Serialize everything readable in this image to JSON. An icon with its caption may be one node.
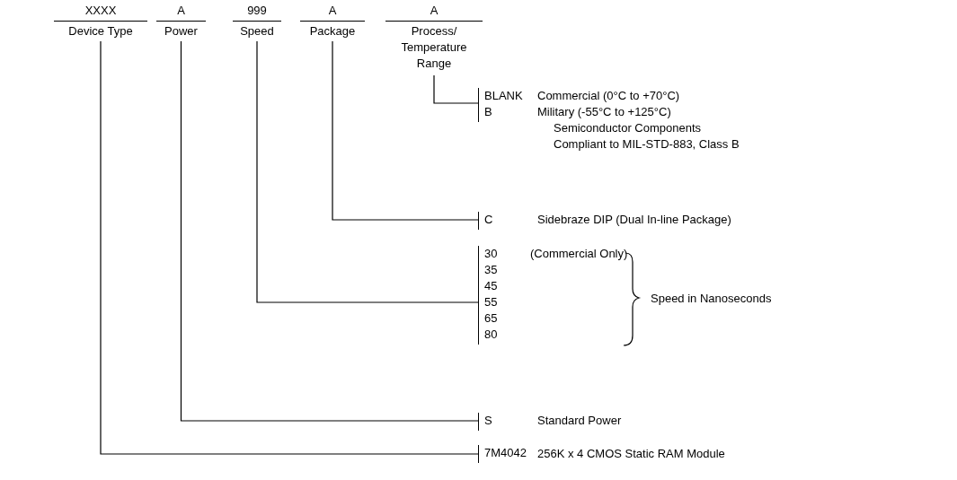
{
  "diagram": {
    "nodes": [
      {
        "text": [
          "XXXX",
          "Device Type"
        ]
      },
      {
        "text": [
          "A",
          "Power"
        ]
      },
      {
        "text": [
          "999",
          "Speed"
        ]
      },
      {
        "text": [
          "A",
          "Package"
        ]
      },
      {
        "text": [
          "A",
          "Process/ Temperature Range"
        ]
      },
      {
        "text": [
          "BLANK",
          "B"
        ],
        "beside": [
          "Commercial (0°C to +70°C)",
          "Military (-55°C to +125°C)",
          "Semiconductor Components Compliant to MIL-STD-883, Class B"
        ]
      },
      {
        "text": [
          "C"
        ],
        "beside": [
          "Sidebraze DIP (Dual In-line Package)"
        ]
      },
      {
        "text": [
          "30",
          "35",
          "45",
          "55",
          "65",
          "80"
        ],
        "beside": [
          "(Commercial Only)",
          "Speed in Nanoseconds"
        ]
      },
      {
        "text": [
          "S"
        ],
        "beside": [
          "Standard Power"
        ]
      },
      {
        "text": [
          "7M4042"
        ],
        "beside": [
          "256K x 4 CMOS Static RAM Module"
        ]
      }
    ],
    "edges": [
      {
        "from": 4,
        "to": 5,
        "arrow": "none"
      },
      {
        "from": 3,
        "to": 6,
        "arrow": "none"
      },
      {
        "from": 2,
        "to": 7,
        "arrow": "none"
      },
      {
        "from": 1,
        "to": 8,
        "arrow": "none"
      },
      {
        "from": 0,
        "to": 9,
        "arrow": "none"
      }
    ]
  }
}
